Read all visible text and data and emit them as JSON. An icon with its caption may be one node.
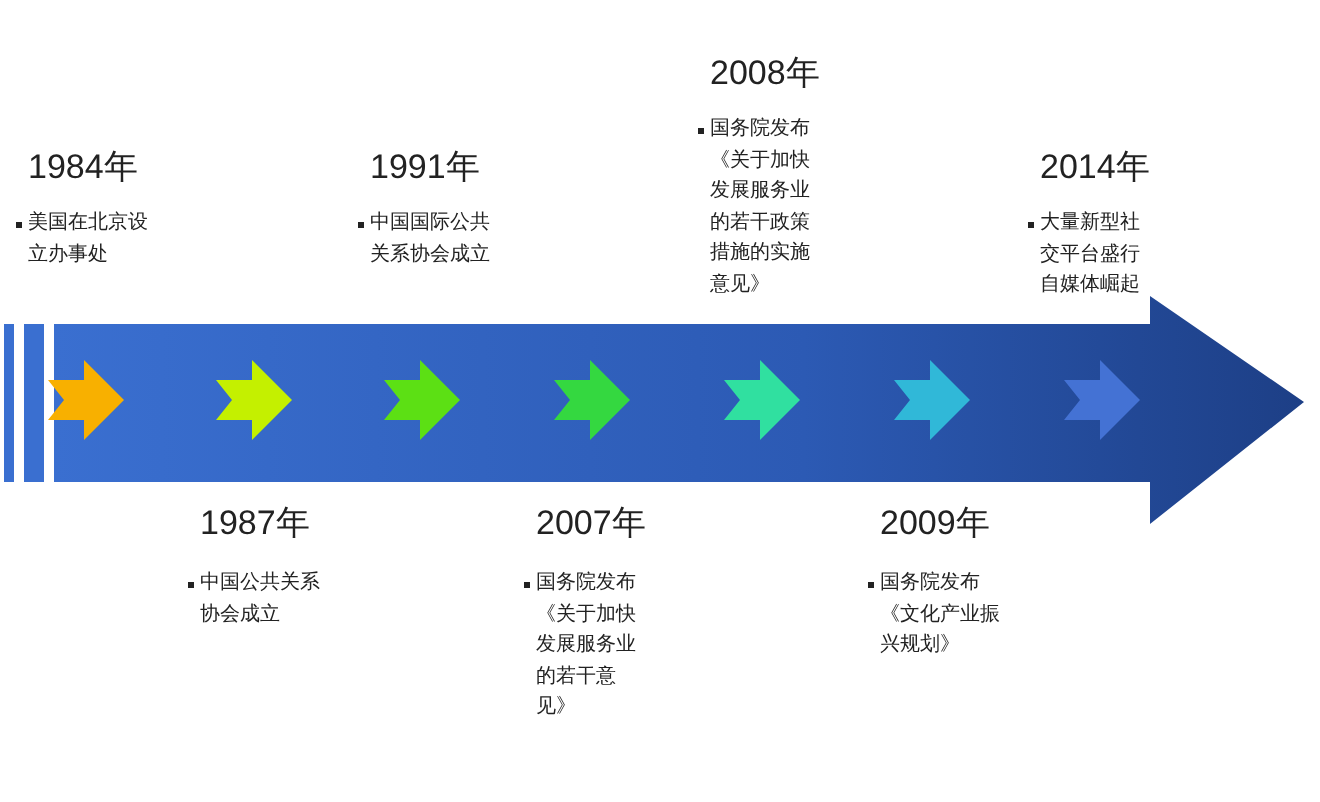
{
  "diagram": {
    "labels": [
      "1984年",
      "美国在北京设立办事处",
      "1987年",
      "中国公共关系协会成立",
      "1991年",
      "中国国际公共关系协会成立",
      "2007年",
      "国务院发布《关于加快发展服务业的若干意见》",
      "2008年",
      "国务院发布《关于加快发展服务业的若干政策措施的实施意见》",
      "2009年",
      "国务院发布《文化产业振兴规划》",
      "2014年",
      "大量新型社交平台盛行自媒体崛起"
    ]
  }
}
